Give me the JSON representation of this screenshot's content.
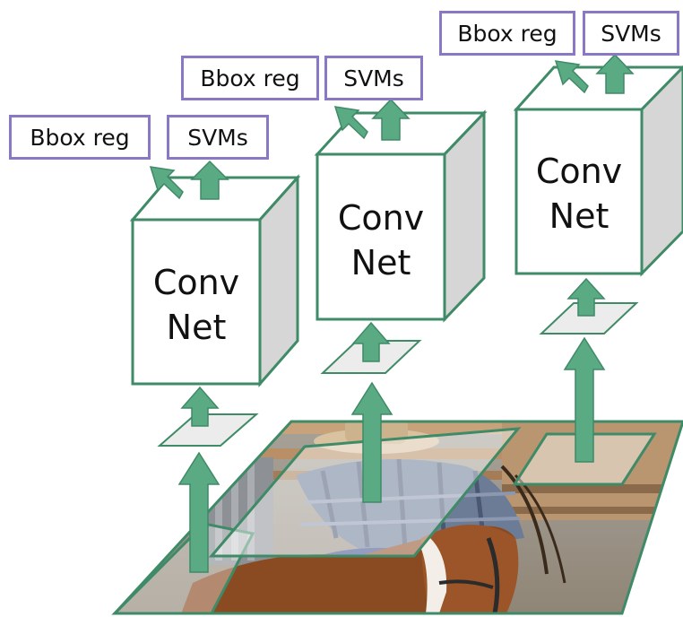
{
  "pipelines": [
    {
      "bbox_label": "Bbox reg",
      "svm_label": "SVMs",
      "net_line1": "Conv",
      "net_line2": "Net"
    },
    {
      "bbox_label": "Bbox reg",
      "svm_label": "SVMs",
      "net_line1": "Conv",
      "net_line2": "Net"
    },
    {
      "bbox_label": "Bbox reg",
      "svm_label": "SVMs",
      "net_line1": "Conv",
      "net_line2": "Net"
    }
  ],
  "colors": {
    "stroke": "#3f8a67",
    "arrow": "#5aab84",
    "label_border": "#8a78c4",
    "cube_side": "#d6d6d6",
    "patch_fill": "#ececec"
  },
  "photo": {
    "subject": "rider-on-horse-photo"
  }
}
